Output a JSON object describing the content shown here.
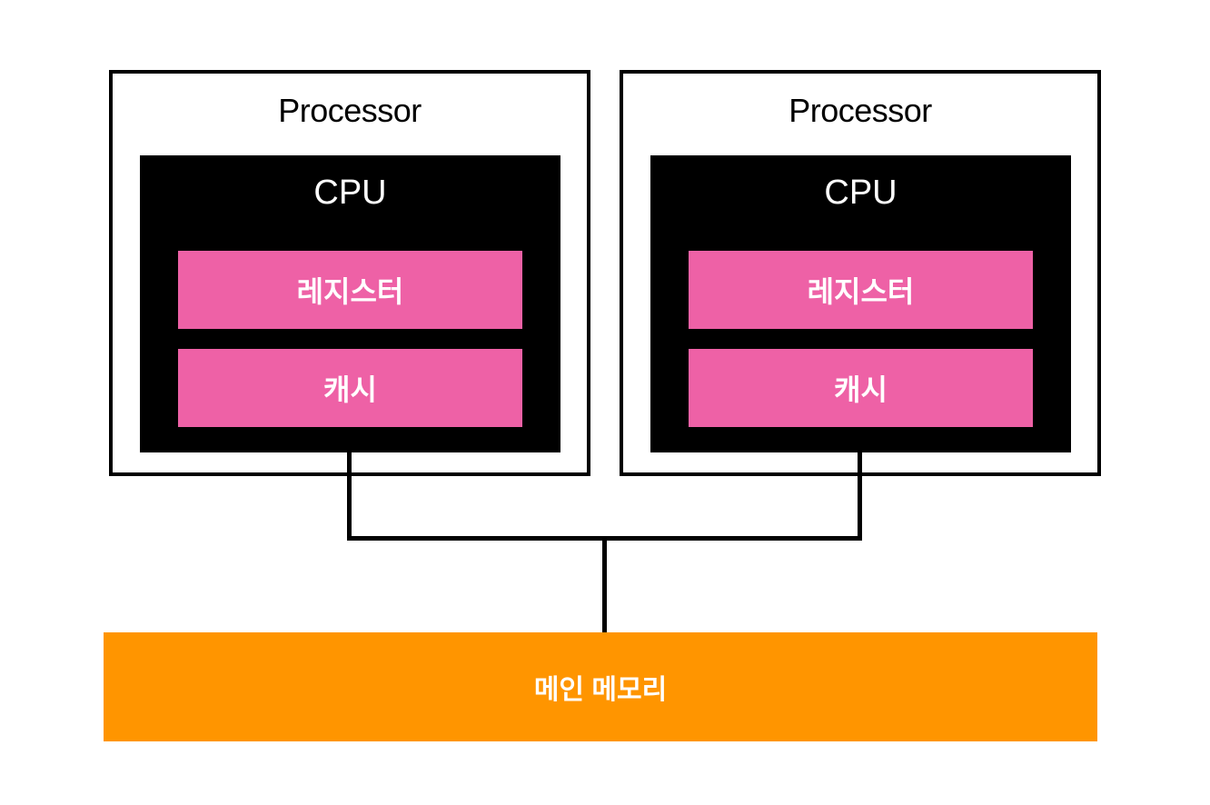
{
  "colors": {
    "cpu": "#000000",
    "component": "#ee61a6",
    "memory": "#ff9500"
  },
  "processors": [
    {
      "label": "Processor",
      "cpu": {
        "label": "CPU",
        "components": [
          "레지스터",
          "캐시"
        ]
      }
    },
    {
      "label": "Processor",
      "cpu": {
        "label": "CPU",
        "components": [
          "레지스터",
          "캐시"
        ]
      }
    }
  ],
  "memory": {
    "label": "메인 메모리"
  }
}
